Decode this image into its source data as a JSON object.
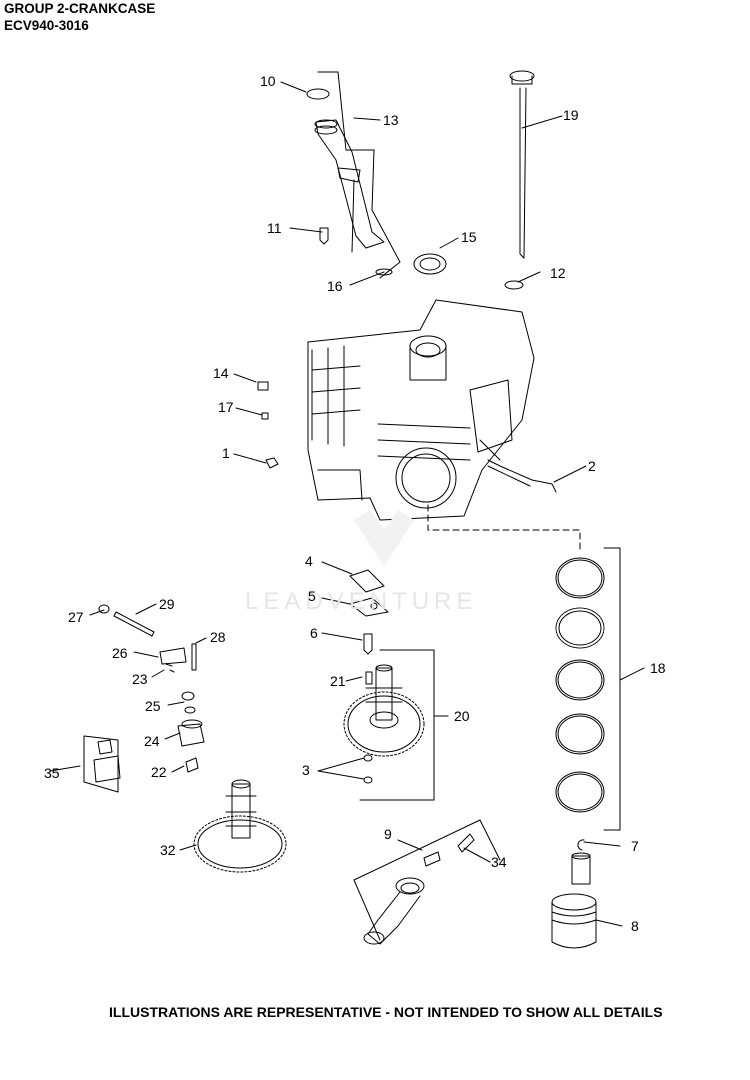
{
  "header": {
    "group": "GROUP 2-CRANKCASE",
    "model": "ECV940-3016"
  },
  "watermark": "LEADVENTURE",
  "footer": "ILLUSTRATIONS ARE REPRESENTATIVE - NOT INTENDED TO SHOW ALL DETAILS",
  "callouts": {
    "c1": "1",
    "c2": "2",
    "c3": "3",
    "c4": "4",
    "c5": "5",
    "c6": "6",
    "c7": "7",
    "c8": "8",
    "c9": "9",
    "c10": "10",
    "c11": "11",
    "c12": "12",
    "c13": "13",
    "c14": "14",
    "c15": "15",
    "c16": "16",
    "c17": "17",
    "c18": "18",
    "c19": "19",
    "c20": "20",
    "c21": "21",
    "c22": "22",
    "c23": "23",
    "c24": "24",
    "c25": "25",
    "c26": "26",
    "c27": "27",
    "c28": "28",
    "c29": "29",
    "c32": "32",
    "c34": "34",
    "c35": "35"
  }
}
